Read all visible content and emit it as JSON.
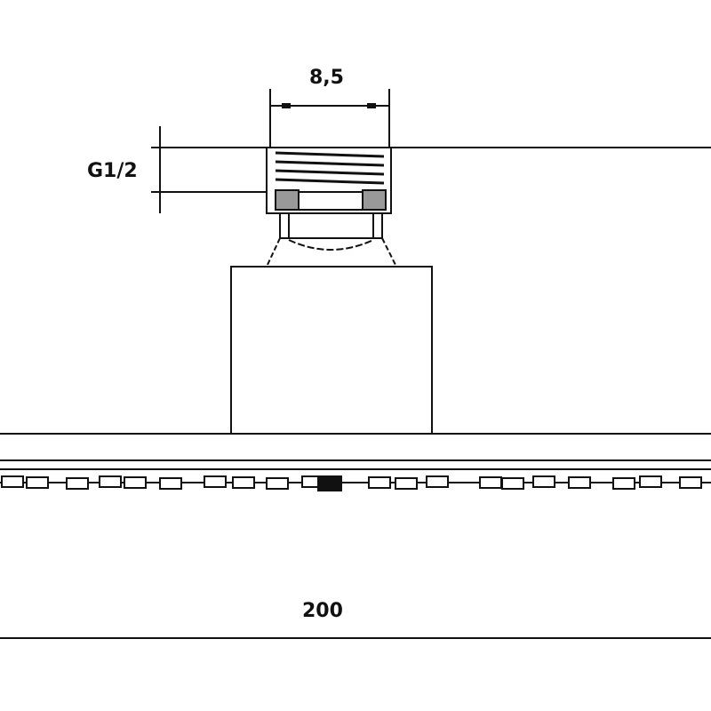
{
  "dimensions": {
    "thread_width": "8,5",
    "thread_size": "G1/2",
    "overall_width": "200"
  },
  "colors": {
    "line": "#111111",
    "background": "#ffffff"
  }
}
